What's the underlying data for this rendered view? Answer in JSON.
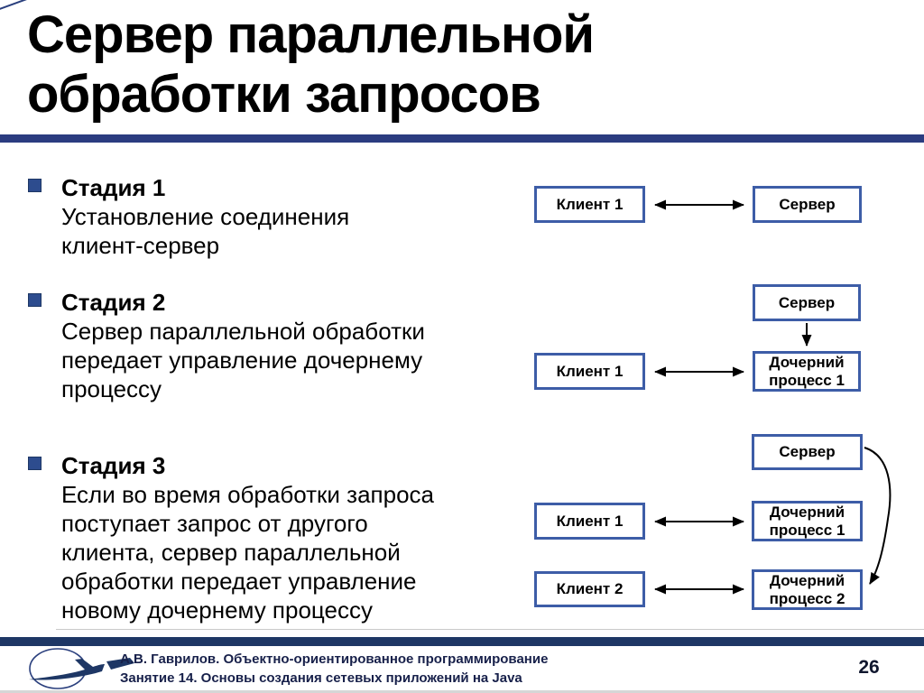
{
  "slide": {
    "title": "Сервер параллельной обработки запросов",
    "stages": [
      {
        "heading": "Стадия 1",
        "body": "Установление соединения клиент-сервер"
      },
      {
        "heading": "Стадия 2",
        "body": "Сервер параллельной обработки передает управление дочернему процессу"
      },
      {
        "heading": "Стадия 3",
        "body": "Если во время обработки запроса поступает запрос от другого клиента, сервер параллельной обработки передает управление новому дочернему процессу"
      }
    ]
  },
  "diagram": {
    "stage1": {
      "client": "Клиент 1",
      "server": "Сервер"
    },
    "stage2": {
      "server": "Сервер",
      "client": "Клиент 1",
      "child": "Дочерний процесс 1"
    },
    "stage3": {
      "server": "Сервер",
      "client1": "Клиент 1",
      "child1": "Дочерний процесс 1",
      "client2": "Клиент 2",
      "child2": "Дочерний процесс 2"
    }
  },
  "footer": {
    "line1": "А.В. Гаврилов. Объектно-ориентированное программирование",
    "line2": "Занятие 14. Основы создания сетевых приложений на Java",
    "page_number": "26",
    "logo_icon": "airplane-in-ellipse-icon"
  },
  "colors": {
    "title_rule": "#2b3c80",
    "footer_bar": "#1e3765",
    "box_border": "#3d5da7",
    "bullet": "#2d4c8e",
    "text": "#000000",
    "footer_text": "#17204a"
  }
}
